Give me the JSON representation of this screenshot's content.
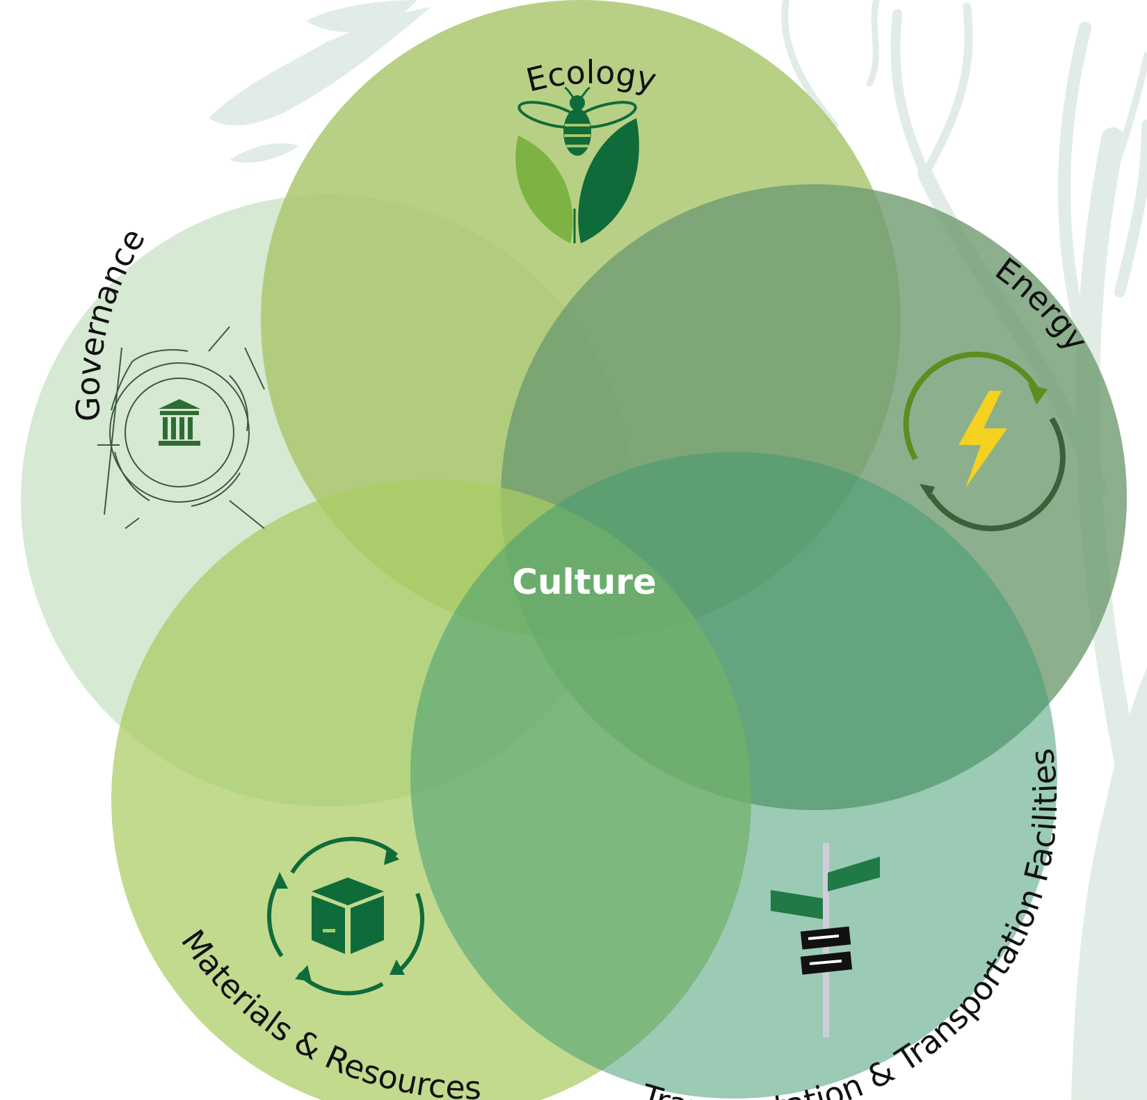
{
  "diagram": {
    "center_label": "Culture",
    "circles": [
      {
        "id": "governance",
        "label": "Governance",
        "icon": "hands-circle-government-building-icon",
        "color": "#cfe6cd"
      },
      {
        "id": "ecology",
        "label": "Ecology",
        "icon": "bee-leaves-icon",
        "color": "#a8c66a"
      },
      {
        "id": "energy",
        "label": "Energy",
        "icon": "lightning-cycle-icon",
        "color": "#6f9b72"
      },
      {
        "id": "materials",
        "label": "Materials & Resources",
        "icon": "box-recycle-icon",
        "color": "#a9cc62"
      },
      {
        "id": "transportation",
        "label": "Transportation & Transportation Facilities",
        "icon": "street-sign-icon",
        "color": "#3f9a72"
      }
    ],
    "colors": {
      "background_tree": "#e2ece6",
      "label_text": "#111111",
      "center_text": "#ffffff",
      "icon_dark_green": "#0f6b3a",
      "icon_light_green": "#7cb342",
      "bolt_yellow": "#f4d21f"
    }
  }
}
